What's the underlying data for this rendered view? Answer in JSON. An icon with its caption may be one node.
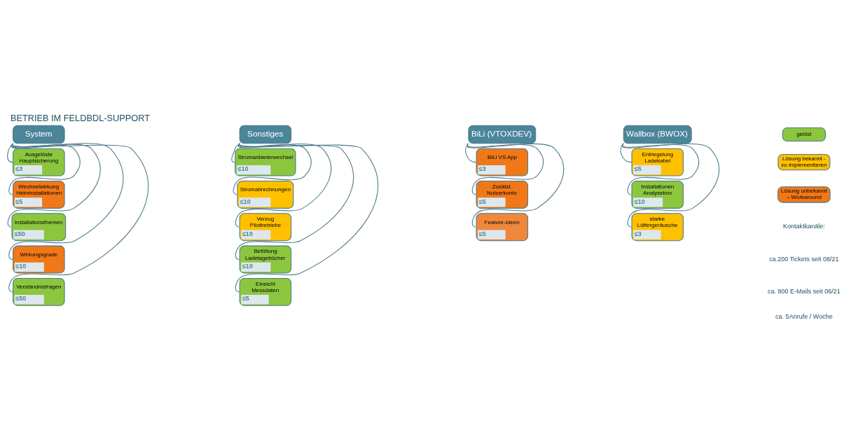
{
  "diagram": {
    "title": "BETRIEB IM FELDBDL-SUPPORT",
    "nodes": [
      {
        "text": [
          "System"
        ]
      },
      {
        "text": [
          "Ausgelöste Hauptsicherung",
          "≤3"
        ]
      },
      {
        "text": [
          "Wechselwirkung Heiminstallationen",
          "≤5"
        ]
      },
      {
        "text": [
          "Installationsthemen",
          "≤50"
        ]
      },
      {
        "text": [
          "Wirkungsgrade",
          "≤10"
        ]
      },
      {
        "text": [
          "Verständnisfragen",
          "≤50"
        ]
      },
      {
        "text": [
          "Sonstiges"
        ]
      },
      {
        "text": [
          "Stromanbieterwechsel",
          "≤10"
        ]
      },
      {
        "text": [
          "Stromabrechnungen",
          "≤10"
        ]
      },
      {
        "text": [
          "Verzug Pilotbetriebe",
          "≤10"
        ]
      },
      {
        "text": [
          "Befüllung Ladetagebücher",
          "≤10"
        ]
      },
      {
        "text": [
          "Einsicht Messdaten",
          "≤5"
        ]
      },
      {
        "text": [
          "BiLi (VTOXDEV)"
        ]
      },
      {
        "text": [
          "BiLi VS App",
          "≤3"
        ]
      },
      {
        "text": [
          "Zusätzl. Nutzerkonto",
          "≤5"
        ]
      },
      {
        "text": [
          "Feature-Ideen",
          "≤5"
        ]
      },
      {
        "text": [
          "Wallbox (BWOX)"
        ]
      },
      {
        "text": [
          "Entriegelung Ladekabel",
          "≤5"
        ]
      },
      {
        "text": [
          "Installationen Analysebox",
          "≤10"
        ]
      },
      {
        "text": [
          "starke Lüftergeräusche",
          "≤3"
        ]
      }
    ],
    "edges": [
      {
        "from": 0,
        "to": 1,
        "arrow": "none"
      },
      {
        "from": 0,
        "to": 2,
        "arrow": "none"
      },
      {
        "from": 0,
        "to": 3,
        "arrow": "none"
      },
      {
        "from": 0,
        "to": 4,
        "arrow": "none"
      },
      {
        "from": 0,
        "to": 5,
        "arrow": "none"
      },
      {
        "from": 6,
        "to": 7,
        "arrow": "none"
      },
      {
        "from": 6,
        "to": 8,
        "arrow": "none"
      },
      {
        "from": 6,
        "to": 9,
        "arrow": "none"
      },
      {
        "from": 6,
        "to": 10,
        "arrow": "none"
      },
      {
        "from": 6,
        "to": 11,
        "arrow": "none"
      },
      {
        "from": 12,
        "to": 13,
        "arrow": "none"
      },
      {
        "from": 12,
        "to": 14,
        "arrow": "none"
      },
      {
        "from": 12,
        "to": 15,
        "arrow": "none"
      },
      {
        "from": 16,
        "to": 17,
        "arrow": "none"
      },
      {
        "from": 16,
        "to": 18,
        "arrow": "none"
      },
      {
        "from": 16,
        "to": 19,
        "arrow": "none"
      }
    ],
    "labels": [
      "Kontaktkanäle:",
      "ca.200 Tickets seit 08/21",
      "ca. 800 E-Mails seit 06/21",
      "ca. 5Anrufe / Woche"
    ],
    "legend": [
      {
        "text": "gelöst",
        "color": "#8cc63f"
      },
      {
        "text": "Lösung bekannt - zu implementieren",
        "color": "#ffc000"
      },
      {
        "text": "Lösung unbekannt – Workaround",
        "color": "#f07818"
      }
    ]
  }
}
